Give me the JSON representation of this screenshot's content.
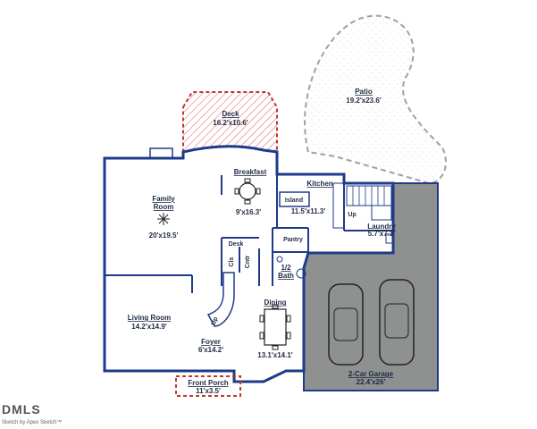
{
  "rooms": {
    "patio": {
      "name": "Patio",
      "dims": "19.2'x23.6'"
    },
    "deck": {
      "name": "Deck",
      "dims": "16.2'x10.6'"
    },
    "breakfast": {
      "name": "Breakfast",
      "dims": "9'x16.3'"
    },
    "kitchen": {
      "name": "Kitchen",
      "dims": "11.5'x11.3'"
    },
    "island": {
      "name": "Island"
    },
    "family_room": {
      "name_line1": "Family",
      "name_line2": "Room",
      "dims": "20'x19.5'"
    },
    "laundry": {
      "name": "Laundry",
      "dims": "5.7'x7.1'"
    },
    "desk": {
      "name": "Desk"
    },
    "pantry": {
      "name": "Pantry"
    },
    "half_bath": {
      "name_line1": "1/2",
      "name_line2": "Bath"
    },
    "dining": {
      "name": "Dining",
      "dims": "13.1'x14.1'"
    },
    "living_room": {
      "name": "Living Room",
      "dims": "14.2'x14.9'"
    },
    "foyer": {
      "name": "Foyer",
      "dims": "6'x14.2'"
    },
    "garage": {
      "name": "2-Car Garage",
      "dims": "22.4'x26'"
    },
    "front_porch": {
      "name": "Front Porch",
      "dims": "11'x3.5'"
    }
  },
  "labels": {
    "up_kitchen": "Up",
    "up_stairs": "Up",
    "cls": "Cls",
    "cntr": "Cntr"
  },
  "branding": {
    "logo": "DMLS",
    "credit": "Sketch by Apex Sketch™"
  },
  "colors": {
    "wall": "#1e3a8a",
    "deck_outline": "#c0392b",
    "garage_fill": "#8f9190",
    "patio_outline": "#a0a0a0"
  }
}
